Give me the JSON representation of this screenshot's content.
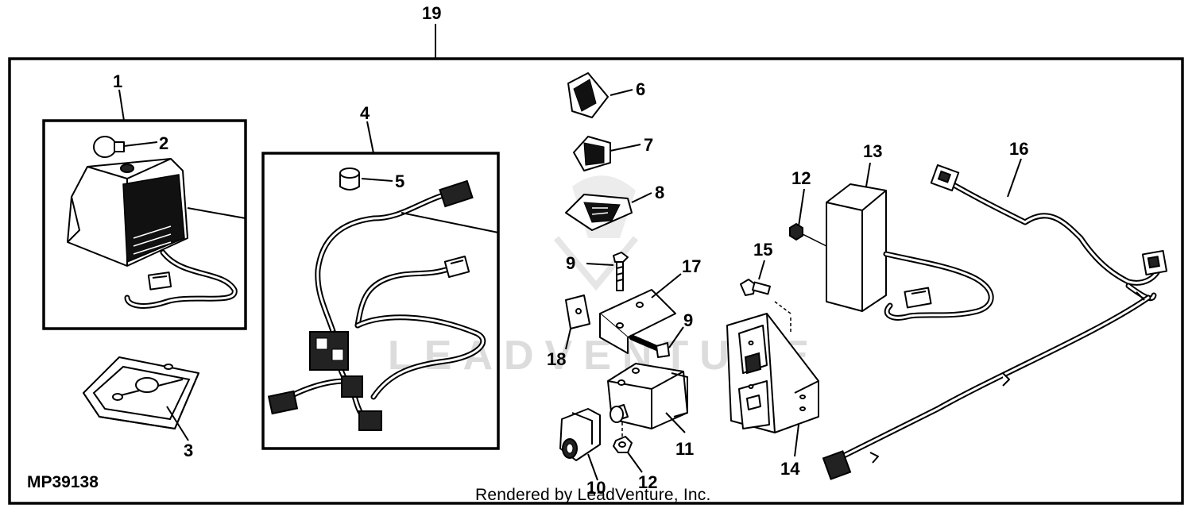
{
  "callouts": {
    "c19": "19",
    "c1": "1",
    "c2": "2",
    "c3": "3",
    "c4": "4",
    "c5": "5",
    "c6": "6",
    "c7": "7",
    "c8": "8",
    "c9a": "9",
    "c9b": "9",
    "c10": "10",
    "c11": "11",
    "c12a": "12",
    "c12b": "12",
    "c13": "13",
    "c14": "14",
    "c15": "15",
    "c16": "16",
    "c17": "17",
    "c18": "18"
  },
  "figure_id": "MP39138",
  "credit": "Rendered by LeadVenture, Inc.",
  "watermark": "LEADVENTURE"
}
